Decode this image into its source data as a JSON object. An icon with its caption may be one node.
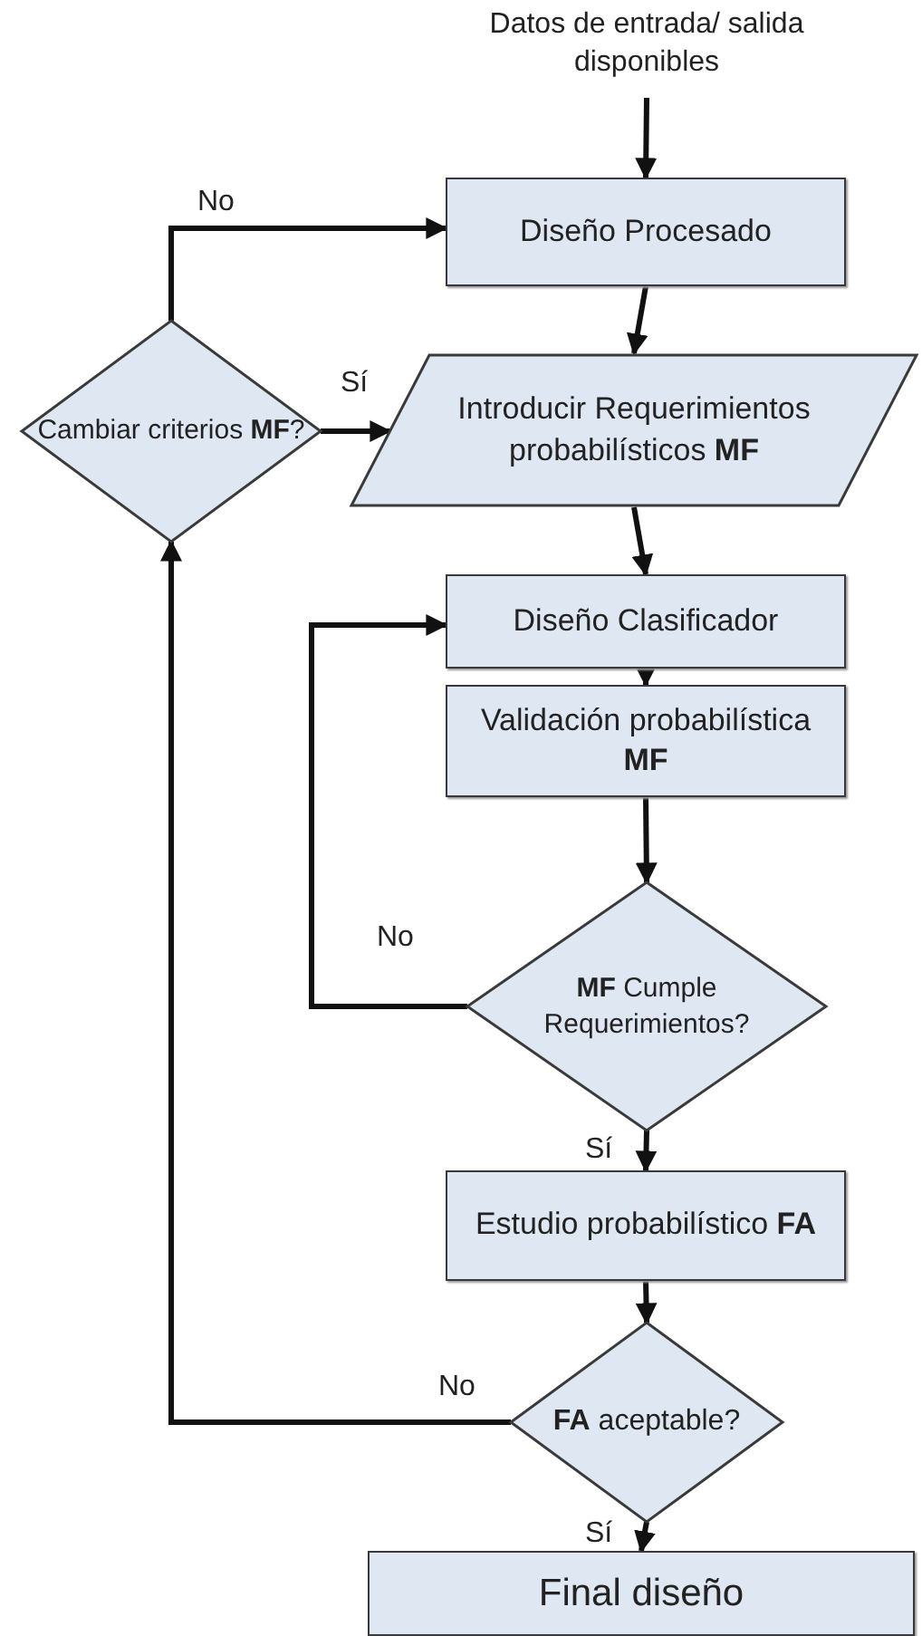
{
  "diagram": {
    "nodes": [
      {
        "text": [
          "Datos de entrada/ salida disponibles"
        ]
      },
      {
        "text": [
          "Diseño Procesado"
        ]
      },
      {
        "text": [
          "Introducir Requerimientos probabilísticos **MF**"
        ]
      },
      {
        "text": [
          "Cambiar criterios **MF**?"
        ]
      },
      {
        "text": [
          "Diseño Clasificador"
        ]
      },
      {
        "text": [
          "Validación probabilística **MF**"
        ]
      },
      {
        "text": [
          "**MF** Cumple Requerimientos?"
        ]
      },
      {
        "text": [
          "Estudio probabilístico **FA**"
        ]
      },
      {
        "text": [
          "**FA** aceptable?"
        ]
      },
      {
        "text": [
          "Final diseño"
        ]
      }
    ],
    "edges": [
      {
        "from": 0,
        "to": 1,
        "arrow": "to"
      },
      {
        "from": 1,
        "to": 2,
        "arrow": "to"
      },
      {
        "from": 2,
        "to": 4,
        "arrow": "to"
      },
      {
        "from": 4,
        "to": 5,
        "arrow": "to"
      },
      {
        "from": 5,
        "to": 6,
        "arrow": "to"
      },
      {
        "from": 6,
        "to": 7,
        "arrow": "to",
        "label": "Sí"
      },
      {
        "from": 7,
        "to": 8,
        "arrow": "to"
      },
      {
        "from": 8,
        "to": 9,
        "arrow": "to",
        "label": "Sí"
      },
      {
        "from": 6,
        "to": 4,
        "arrow": "to",
        "label": "No"
      },
      {
        "from": 8,
        "to": 3,
        "arrow": "to",
        "label": "No"
      },
      {
        "from": 3,
        "to": 1,
        "arrow": "to",
        "label": "No"
      },
      {
        "from": 3,
        "to": 2,
        "arrow": "to",
        "label": "Sí"
      }
    ]
  }
}
